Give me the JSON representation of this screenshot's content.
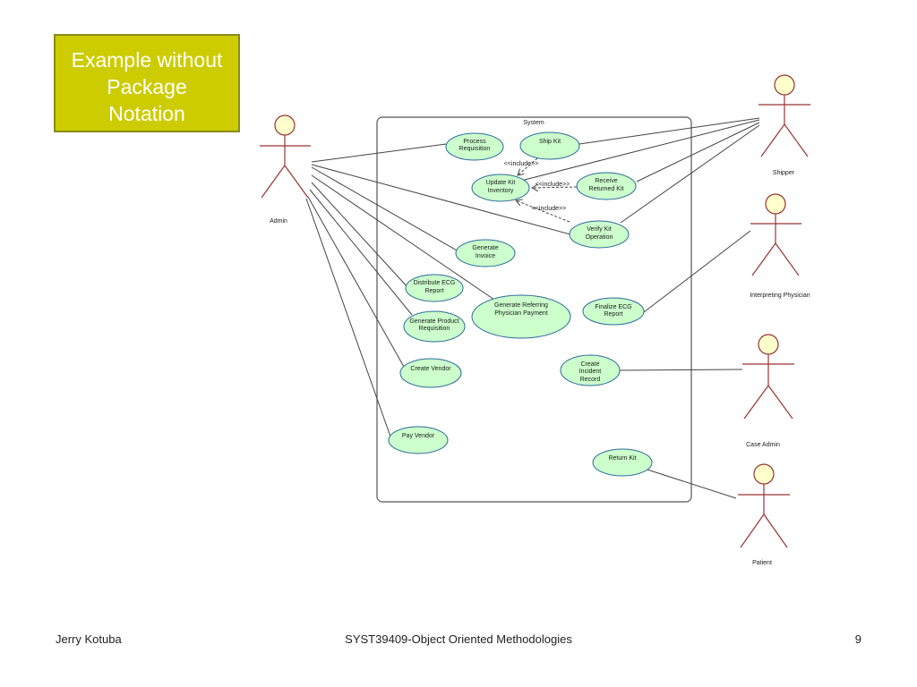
{
  "slide": {
    "title_lines": [
      "Example without",
      "Package",
      "Notation"
    ]
  },
  "diagram": {
    "system_label": "System",
    "actors": {
      "admin": "Admin",
      "shipper": "Shipper",
      "interpreting_physician": "Interpreting Physician",
      "case_admin": "Case Admin",
      "patient": "Patient"
    },
    "use_cases": {
      "process_requisition": [
        "Process",
        "Requisition"
      ],
      "ship_kit": [
        "Ship Kit"
      ],
      "update_kit_inventory": [
        "Update Kit",
        "Inventory"
      ],
      "receive_returned_kit": [
        "Receive",
        "Returned Kit"
      ],
      "verify_kit_operation": [
        "Verify Kit",
        "Operation"
      ],
      "generate_invoice": [
        "Generate",
        "Invoice"
      ],
      "distribute_ecg_report": [
        "Distribute ECG",
        "Report"
      ],
      "generate_referring_physician_payment": [
        "Generate Referring",
        "Physician Payment"
      ],
      "generate_product_requisition": [
        "Generate Product",
        "Requisition"
      ],
      "finalize_ecg_report": [
        "Finalize ECG",
        "Report"
      ],
      "create_vendor": [
        "Create Vendor"
      ],
      "create_incident_record": [
        "Create",
        "Incident",
        "Record"
      ],
      "pay_vendor": [
        "Pay Vendor"
      ],
      "return_kit": [
        "Return Kit"
      ]
    },
    "include_label": "<<include>>",
    "colors": {
      "use_case_fill": "#ccffcc",
      "use_case_stroke": "#2a6a9a",
      "actor_head_fill": "#ffffcc",
      "actor_stroke": "#993333",
      "line": "#444444",
      "title_box_fill": "#cccc00"
    }
  },
  "footer": {
    "author": "Jerry Kotuba",
    "course": "SYST39409-Object Oriented Methodologies",
    "page": "9"
  }
}
